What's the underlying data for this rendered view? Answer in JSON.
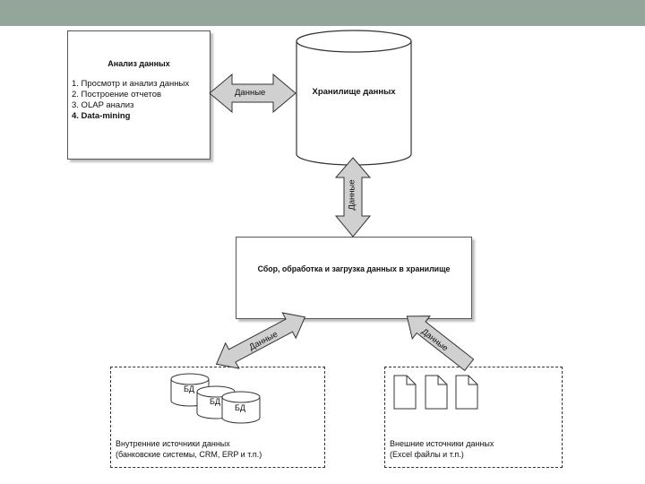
{
  "analysis": {
    "title": "Анализ данных",
    "items": [
      "1. Просмотр и анализ данных",
      "2. Построение отчетов",
      "3. OLAP анализ",
      "4. Data-mining"
    ]
  },
  "storage": {
    "label": "Хранилище данных"
  },
  "etl": {
    "label": "Сбор, обработка и загрузка данных в хранилище"
  },
  "arrows": {
    "analysis_storage": "Данные",
    "storage_etl": "Данные",
    "internal_etl": "Данные",
    "external_etl": "Данные"
  },
  "internal_sources": {
    "db_label": "БД",
    "line1": "Внутренние источники данных",
    "line2": "(банковские системы, CRM, ERP и т.п.)"
  },
  "external_sources": {
    "line1": "Внешние источники данных",
    "line2": "(Excel файлы и т.п.)"
  },
  "colors": {
    "topbar": "#94a59c",
    "arrow_fill": "#d0d0d0"
  }
}
